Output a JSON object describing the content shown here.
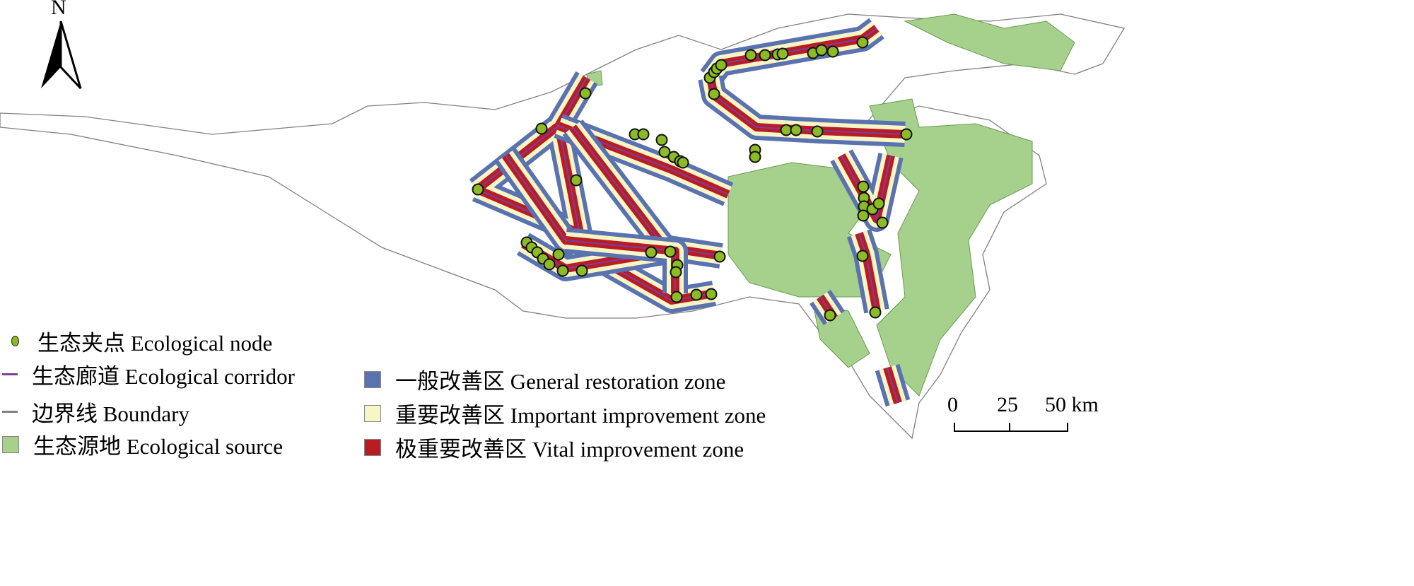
{
  "north_arrow": {
    "label": "N"
  },
  "legend": {
    "node": "生态夹点 Ecological node",
    "corridor": "生态廊道 Ecological corridor",
    "boundary": "边界线 Boundary",
    "source": "生态源地 Ecological source",
    "general": "一般改善区 General restoration zone",
    "important": "重要改善区 Important improvement zone",
    "vital": "极重要改善区 Vital improvement zone"
  },
  "scale_bar": {
    "ticks": [
      "0",
      "25",
      "50 km"
    ]
  },
  "colors": {
    "node": "#8dbb25",
    "corridor": "#7a3fa0",
    "boundary": "#808080",
    "source": "#a6d18c",
    "general": "#5a72b0",
    "important": "#f8f6c6",
    "vital": "#b91d24"
  }
}
